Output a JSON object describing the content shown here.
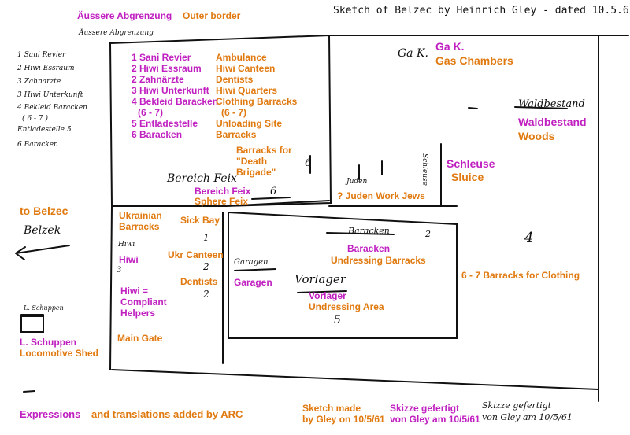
{
  "title": "Sketch of Belzec by Heinrich Gley - dated 10.5.61",
  "header": {
    "outer_de": "Äussere Abgrenzung",
    "outer_en": "Outer border",
    "outer_hw": "Äussere Abgrenzung"
  },
  "legend_hw": [
    "1 Sani Revier",
    "2 Hiwi Essraum",
    "3 Zahnarzte",
    "3 Hiwi Unterkunft",
    "4 Bekleid Baracken",
    "( 6 - 7 )",
    "Entladestelle  5",
    "6 Baracken"
  ],
  "legend_de": [
    "1 Sani Revier",
    "2 Hiwi Essraum",
    "2 Zahnärzte",
    "3 Hiwi Unterkunft",
    "4 Bekleid Baracken",
    "(6 - 7)",
    "5 Entladestelle",
    "6 Baracken"
  ],
  "legend_en": [
    "Ambulance",
    "Hiwi Canteen",
    "Dentists",
    "Hiwi Quarters",
    "Clothing Barracks",
    "(6 - 7)",
    "Unloading Site",
    "Barracks"
  ],
  "gas": {
    "hw": "Ga K.",
    "de": "Ga K.",
    "en": "Gas Chambers"
  },
  "woods": {
    "hw": "Waldbestand",
    "de": "Waldbestand",
    "en": "Woods"
  },
  "death": {
    "en": "Barracks for \"Death Brigade\"",
    "num": "6"
  },
  "feix": {
    "hw": "Bereich Feix",
    "de": "Bereich Feix",
    "en": "Sphere Feix",
    "num": "6"
  },
  "jews": {
    "hw": "Juden",
    "en": "? Juden Work Jews"
  },
  "sluice": {
    "hw": "Schleuse",
    "de": "Schleuse",
    "en": "Sluice"
  },
  "to_belzec": {
    "en": "to Belzec",
    "hw": "Belzek"
  },
  "ukr_barracks": "Ukrainian\nBarracks",
  "sickbay": "Sick Bay",
  "ukr_canteen": "Ukr Canteen",
  "dentists": "Dentists",
  "nums_hw": [
    "1",
    "2",
    "2",
    "3",
    "2",
    "4",
    "5"
  ],
  "hiwi": {
    "hw": "Hiwi",
    "de": "Hiwi",
    "en": "Hiwi =\nCompliant\nHelpers"
  },
  "garages": {
    "hw": "Garagen",
    "en": "Garagen"
  },
  "undressing_barracks": {
    "hw": "Baracken",
    "de": "Baracken",
    "en": "Undressing Barracks"
  },
  "vorlager": {
    "hw": "Vorlager",
    "de": "Vorlager",
    "en": "Undressing Area"
  },
  "clothing": "6 - 7 Barracks for Clothing",
  "shed": {
    "hw": "L. Schuppen",
    "de": "L. Schuppen",
    "en": "Locomotive Shed"
  },
  "main_gate": "Main Gate",
  "footer": {
    "arc_mag": "Expressions",
    "arc_org": "and translations added by ARC",
    "made_en": "Sketch made\nby Gley on 10/5/61",
    "made_de": "Skizze gefertigt\nvon Gley am 10/5/61",
    "made_hw": "Skizze gefertigt\nvon Gley am 10/5/61"
  }
}
